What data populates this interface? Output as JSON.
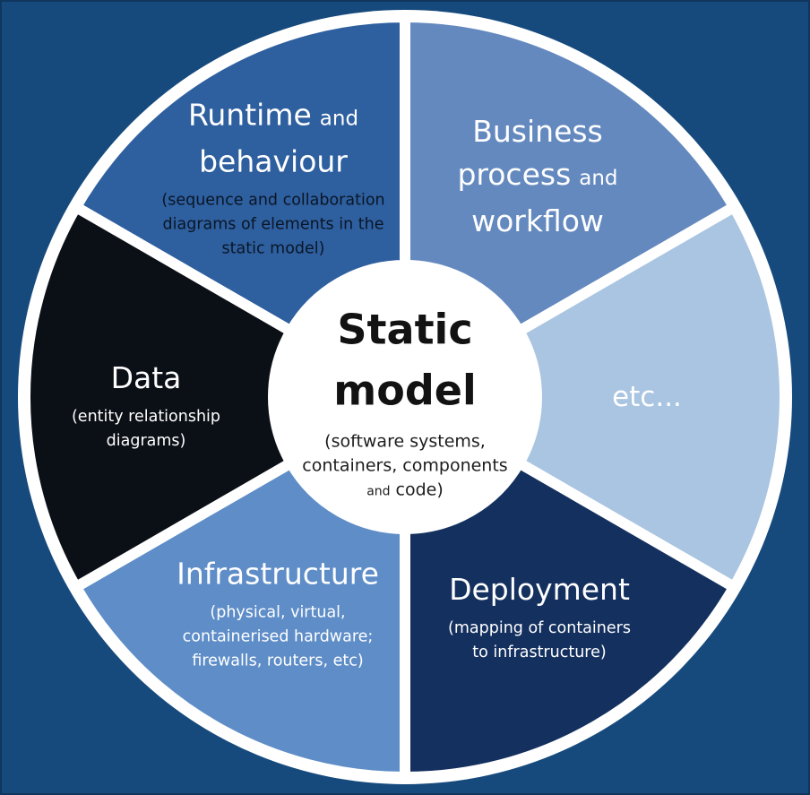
{
  "background": "#164a7d",
  "ring_color": "#ffffff",
  "center": {
    "fill": "#ffffff",
    "title_color": "#121212",
    "subtitle_color": "#1d1d1d",
    "title_line1": "Static",
    "title_line2": "model",
    "subtitle_line1": "(software systems,",
    "subtitle_line2": "containers, components",
    "subtitle_small_word": "and",
    "subtitle_tail": "code)"
  },
  "segments": [
    {
      "id": "runtime-and-behaviour",
      "color": "#2e5f9f",
      "start": 90,
      "end": 150,
      "title_color": "#ffffff",
      "subtitle_color": "#0a1626",
      "label_big1": "Runtime",
      "label_small": "and",
      "label_big2": "behaviour",
      "subtitle": "(sequence and collaboration\ndiagrams of elements in the\nstatic model)"
    },
    {
      "id": "business-process-and-workflow",
      "color": "#6489bf",
      "start": 30,
      "end": 90,
      "title_color": "#ffffff",
      "label_big1": "Business",
      "label_big2": "process",
      "label_small": "and",
      "label_big3": "workflow"
    },
    {
      "id": "etc",
      "color": "#a9c5e1",
      "start": -30,
      "end": 30,
      "title_color": "#ffffff",
      "label_big1": "etc..."
    },
    {
      "id": "deployment",
      "color": "#14305f",
      "start": 270,
      "end": 330,
      "title_color": "#ffffff",
      "subtitle_color": "#ffffff",
      "label_big1": "Deployment",
      "subtitle": "(mapping of containers\nto infrastructure)"
    },
    {
      "id": "infrastructure",
      "color": "#5e8dc8",
      "start": 210,
      "end": 270,
      "title_color": "#ffffff",
      "subtitle_color": "#ffffff",
      "label_big1": "Infrastructure",
      "subtitle": "(physical, virtual,\ncontainerised hardware;\nfirewalls, routers, etc)"
    },
    {
      "id": "data",
      "color": "#0b0f16",
      "start": 150,
      "end": 210,
      "title_color": "#ffffff",
      "subtitle_color": "#ffffff",
      "label_big1": "Data",
      "subtitle": "(entity relationship\ndiagrams)"
    }
  ]
}
